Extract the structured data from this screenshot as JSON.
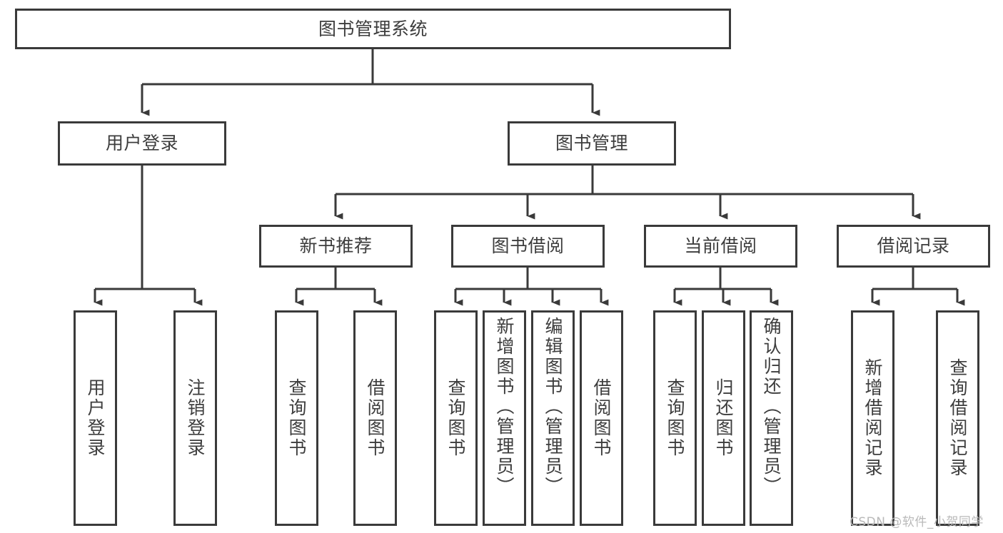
{
  "diagram": {
    "title": "图书管理系统",
    "type": "tree",
    "theme": {
      "box_border": "#3a3a3a",
      "box_fill": "#ffffff",
      "text_color": "#3d3d3d",
      "connector": "#3a3a3a",
      "watermark_color": "#b9b9b9",
      "background": "#ffffff"
    },
    "levels": {
      "root": {
        "label": "图书管理系统"
      },
      "level2": [
        {
          "label": "用户登录"
        },
        {
          "label": "图书管理"
        }
      ],
      "level3": [
        {
          "label": "新书推荐"
        },
        {
          "label": "图书借阅"
        },
        {
          "label": "当前借阅"
        },
        {
          "label": "借阅记录"
        }
      ],
      "leaves": {
        "user_login": [
          {
            "label": "用户登录"
          },
          {
            "label": "注销登录"
          }
        ],
        "new_book_recommend": [
          {
            "label": "查询图书"
          },
          {
            "label": "借阅图书"
          }
        ],
        "book_borrow": [
          {
            "label": "查询图书"
          },
          {
            "label": "新增图书（管理员）"
          },
          {
            "label": "编辑图书（管理员）"
          },
          {
            "label": "借阅图书"
          }
        ],
        "current_borrow": [
          {
            "label": "查询图书"
          },
          {
            "label": "归还图书"
          },
          {
            "label": "确认归还（管理员）"
          }
        ],
        "borrow_record": [
          {
            "label": "新增借阅记录"
          },
          {
            "label": "查询借阅记录"
          }
        ]
      }
    }
  },
  "watermark": {
    "text": "CSDN @软件_小贺同学"
  }
}
